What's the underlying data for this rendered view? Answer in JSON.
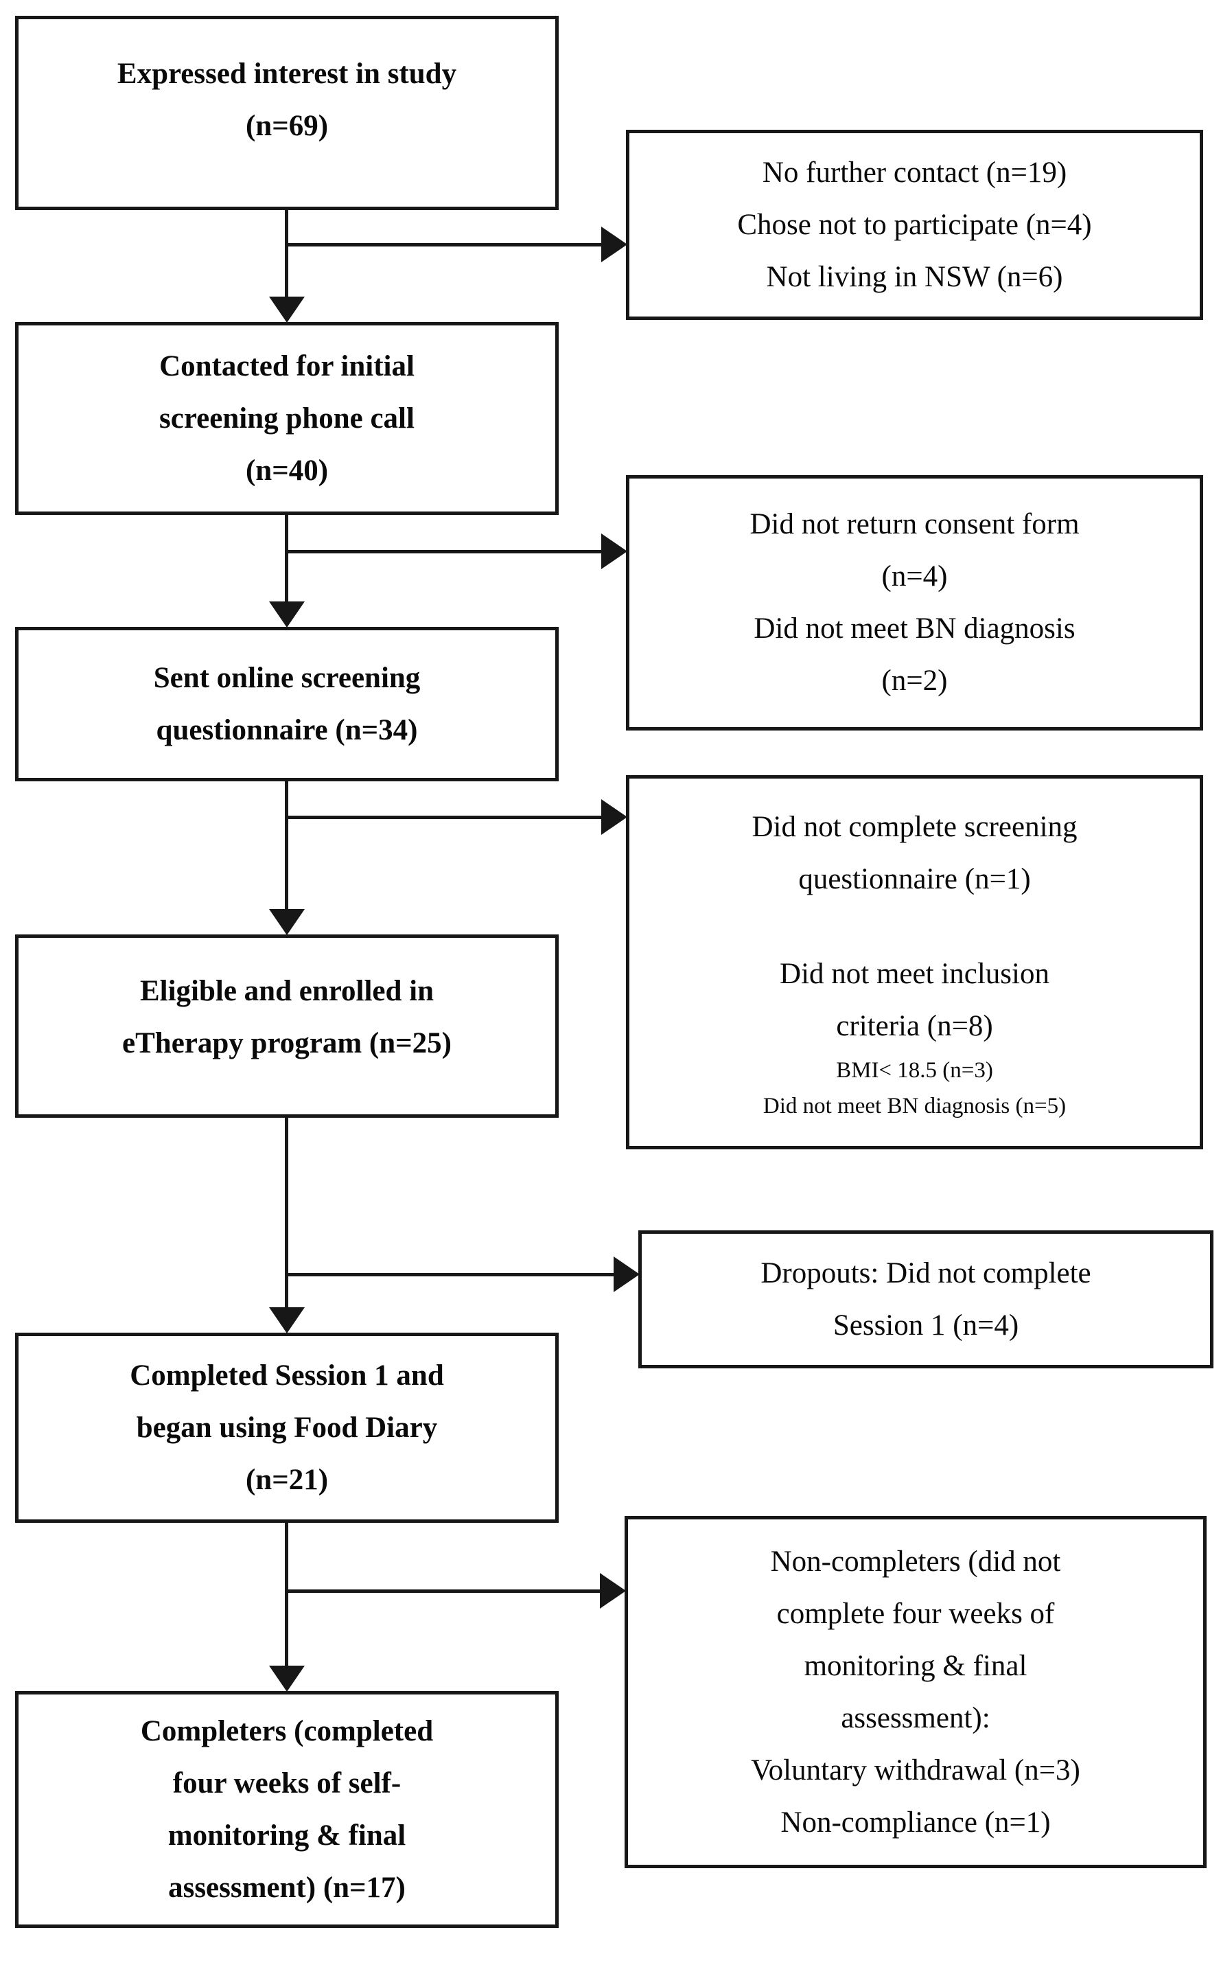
{
  "diagram": {
    "type": "participant-flow-diagram",
    "background_color": "#ffffff",
    "line_color": "#171717",
    "main_boxes": [
      {
        "id": "expressed-interest",
        "lines": [
          "Expressed interest in study",
          "(n=69)"
        ]
      },
      {
        "id": "contacted-screening",
        "lines": [
          "Contacted for initial",
          "screening phone call",
          "(n=40)"
        ]
      },
      {
        "id": "sent-questionnaire",
        "lines": [
          "Sent online screening",
          "questionnaire (n=34)"
        ]
      },
      {
        "id": "eligible-enrolled",
        "lines": [
          "Eligible and enrolled in",
          "eTherapy program (n=25)"
        ]
      },
      {
        "id": "completed-session1",
        "lines": [
          "Completed Session 1 and",
          "began using Food Diary",
          "(n=21)"
        ]
      },
      {
        "id": "completers",
        "lines": [
          "Completers (completed",
          "four weeks of self-",
          "monitoring & final",
          "assessment) (n=17)"
        ]
      }
    ],
    "side_boxes": [
      {
        "id": "no-further-contact",
        "lines": [
          "No further contact (n=19)",
          "Chose not to participate (n=4)",
          "Not living in NSW (n=6)"
        ]
      },
      {
        "id": "consent-form",
        "lines": [
          "Did not return consent form",
          "(n=4)",
          "Did not meet BN diagnosis",
          "(n=2)"
        ]
      },
      {
        "id": "screening-questionnaire",
        "lines": [
          "Did not complete screening",
          "questionnaire (n=1)",
          "Did not meet inclusion",
          "criteria (n=8)",
          "BMI< 18.5 (n=3)",
          "Did not meet BN diagnosis (n=5)"
        ]
      },
      {
        "id": "dropouts",
        "lines": [
          "Dropouts: Did not complete",
          "Session 1 (n=4)"
        ]
      },
      {
        "id": "non-completers",
        "lines": [
          "Non-completers (did not",
          "complete four weeks of",
          "monitoring & final",
          "assessment):",
          "Voluntary withdrawal (n=3)",
          "Non-compliance (n=1)"
        ]
      }
    ]
  }
}
